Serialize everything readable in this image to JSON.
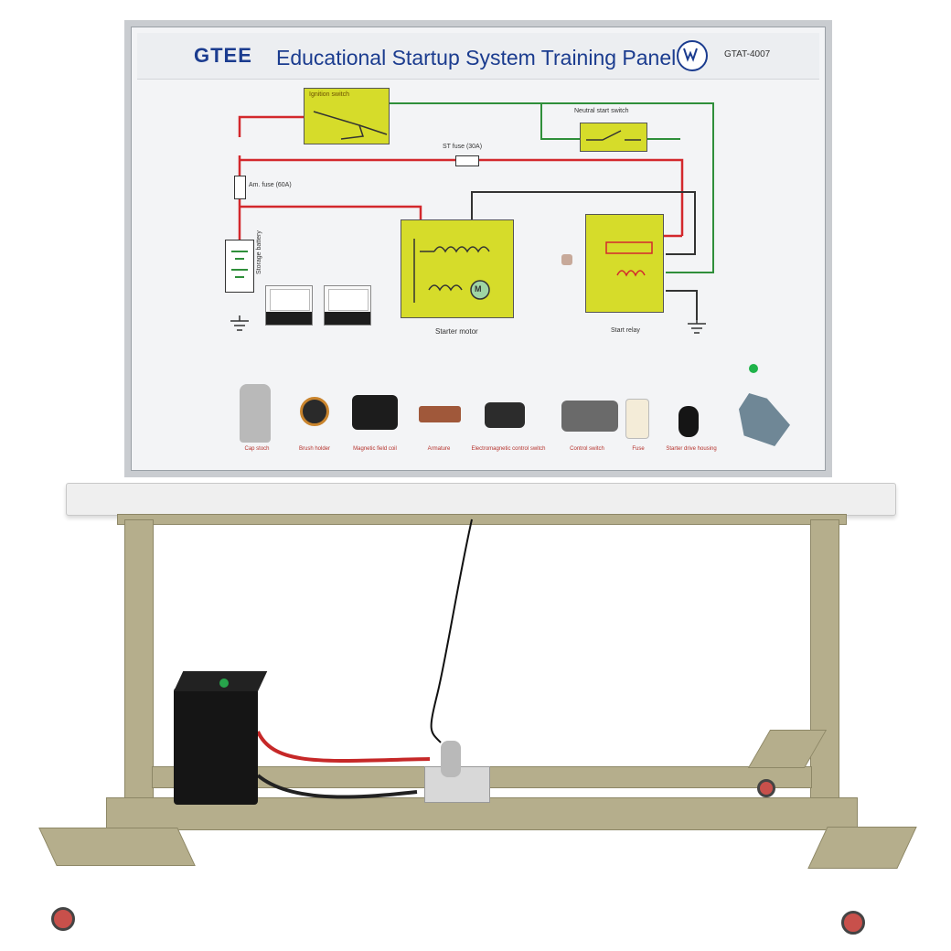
{
  "panel": {
    "logo": "GTEE",
    "title": "Educational Startup System Training Panel",
    "model_code": "GTAT-4007"
  },
  "diagram": {
    "ignition_switch": "Ignition switch",
    "neutral_start_switch": "Neutral start switch",
    "st_fuse": "ST fuse (30A)",
    "am_fuse": "Am. fuse (60A)",
    "storage_battery": "Storage battery",
    "starter_motor": "Starter motor",
    "start_relay": "Start relay",
    "motor_symbol": "M"
  },
  "components": [
    "Cap stoch",
    "Brush holder",
    "Magnetic field coil",
    "Armature",
    "Electromagnetic control switch",
    "Control switch",
    "Fuse",
    "Starter drive housing"
  ],
  "colors": {
    "wire_red": "#d3282c",
    "wire_green": "#2f8f3a",
    "wire_dark": "#333333",
    "component_yellow": "#d6dc2a",
    "frame_tan": "#b5ae8c"
  },
  "icons": [
    "vw-logo-icon",
    "indicator-light-icon",
    "ground-icon",
    "fuse-icon",
    "coil-icon"
  ]
}
